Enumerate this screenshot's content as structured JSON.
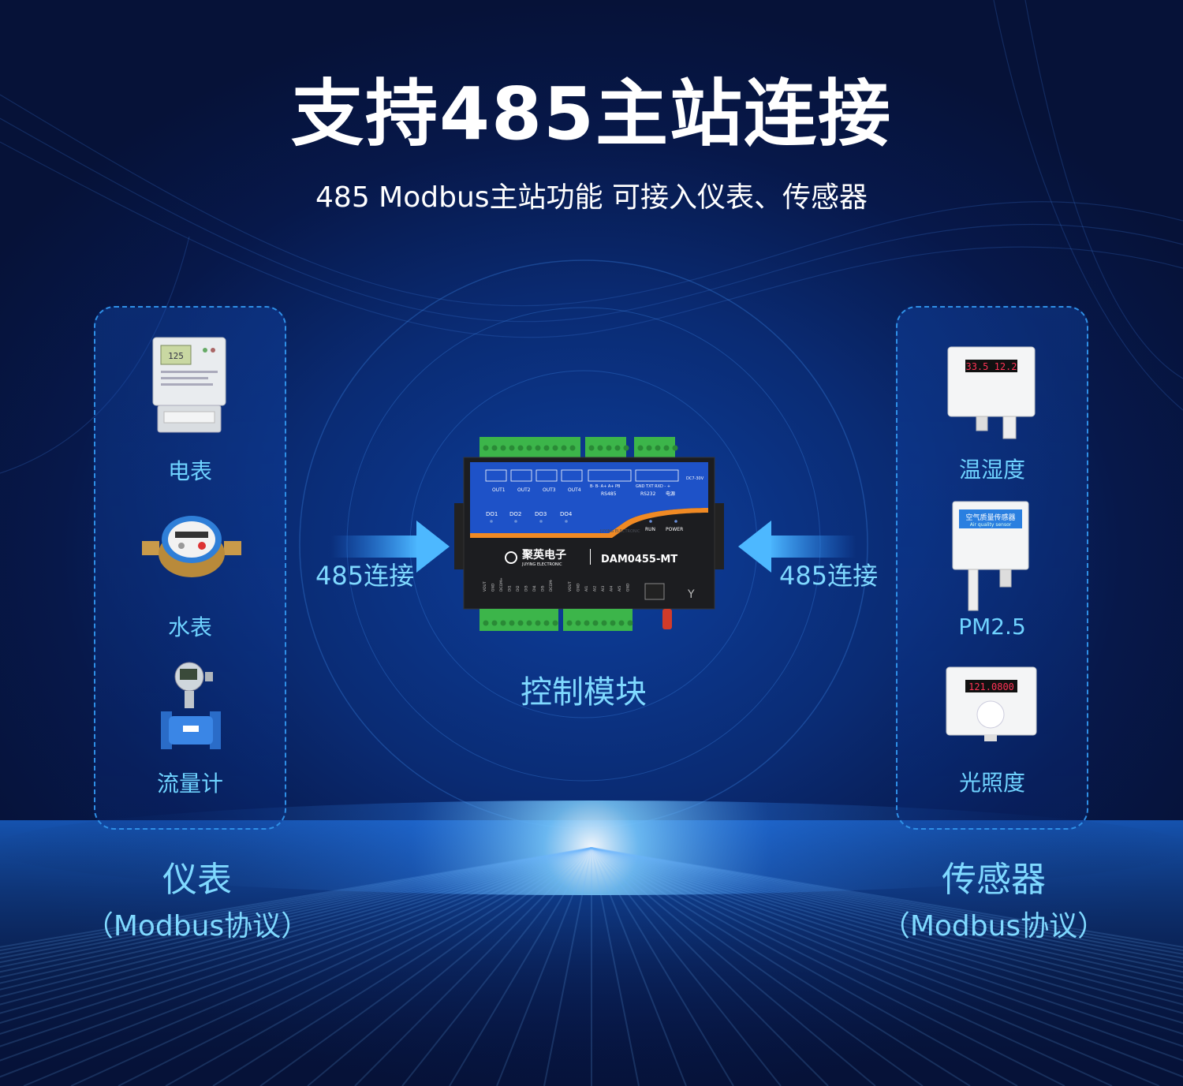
{
  "title": "支持485主站连接",
  "subtitle": "485 Modbus主站功能  可接入仪表、传感器",
  "left_panel": {
    "devices": [
      {
        "label": "电表",
        "icon": "electric-meter-icon"
      },
      {
        "label": "水表",
        "icon": "water-meter-icon"
      },
      {
        "label": "流量计",
        "icon": "flow-meter-icon"
      }
    ],
    "category": "仪表",
    "protocol": "（Modbus协议）"
  },
  "right_panel": {
    "devices": [
      {
        "label": "温湿度",
        "icon": "temp-humidity-sensor-icon"
      },
      {
        "label": "PM2.5",
        "icon": "air-quality-sensor-icon"
      },
      {
        "label": "光照度",
        "icon": "light-sensor-icon"
      }
    ],
    "category": "传感器",
    "protocol": "（Modbus协议）"
  },
  "connection_left": "485连接",
  "connection_right": "485连接",
  "module": {
    "label": "控制模块",
    "brand_cn": "聚英电子",
    "brand_en": "JUYING ELECTRONIC",
    "brand_watermark": "JUYING ELECTRONIC",
    "model": "DAM0455-MT",
    "outputs": [
      "OUT1",
      "OUT2",
      "OUT3",
      "OUT4"
    ],
    "rs485_pins": "B-  B-  A+  A+  PB",
    "rs485_label": "RS485",
    "rs232_pins": "GND TXT RXD  -    +",
    "rs232_label": "RS232",
    "power_label": "电源",
    "dc_label": "DC7-30V",
    "do_labels": [
      "DO1",
      "DO2",
      "DO3",
      "DO4"
    ],
    "run_label": "RUN",
    "power_led_label": "POWER",
    "bottom_pins_left": [
      "VOUT",
      "GND",
      "DCOM+",
      "DI1",
      "DI2",
      "DI3",
      "DI4",
      "DI5",
      "DCOM-"
    ],
    "bottom_pins_right": [
      "VOUT",
      "GND",
      "AI1",
      "AI2",
      "AI3",
      "AI4",
      "AI5",
      "GND"
    ],
    "meter_display": "125",
    "display_temp_hum": "33.5  12.2",
    "display_light": "121.0800",
    "pm_sensor_title": "空气质量传感器",
    "pm_sensor_sub": "Air quality sensor"
  },
  "colors": {
    "accent": "#7fd9ff",
    "panel_border": "#2f8fe6",
    "background": "#0a2b73"
  }
}
